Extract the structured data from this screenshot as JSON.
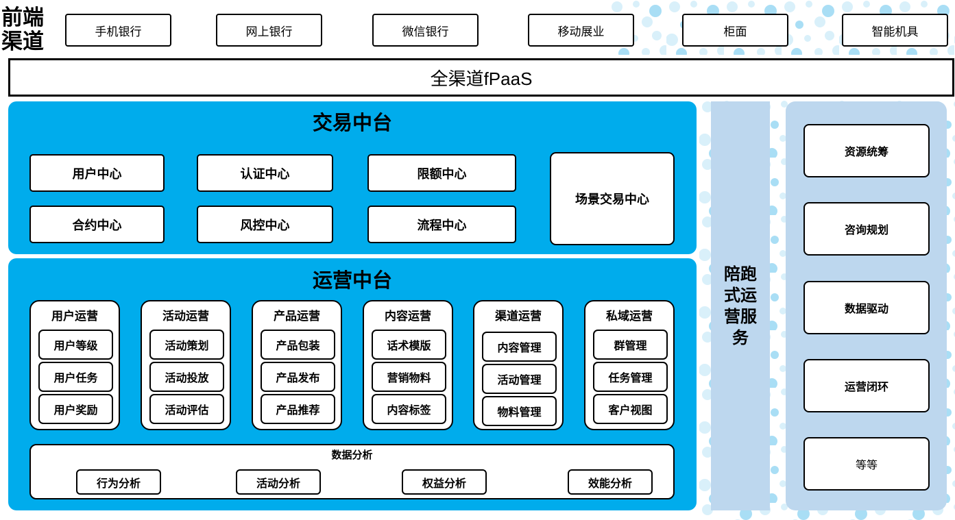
{
  "front_label": {
    "line1": "前端",
    "line2": "渠道"
  },
  "channels": {
    "items": [
      "手机银行",
      "网上银行",
      "微信银行",
      "移动展业",
      "柜面",
      "智能机具"
    ]
  },
  "fpaas": {
    "label": "全渠道fPaaS"
  },
  "transaction": {
    "title": "交易中台",
    "row1": [
      "用户中心",
      "认证中心",
      "限额中心"
    ],
    "row2": [
      "合约中心",
      "风控中心",
      "流程中心"
    ],
    "tall": "场景交易中心"
  },
  "operation": {
    "title": "运营中台",
    "columns": [
      {
        "title": "用户运营",
        "items": [
          "用户等级",
          "用户任务",
          "用户奖励"
        ]
      },
      {
        "title": "活动运营",
        "items": [
          "活动策划",
          "活动投放",
          "活动评估"
        ]
      },
      {
        "title": "产品运营",
        "items": [
          "产品包装",
          "产品发布",
          "产品推荐"
        ]
      },
      {
        "title": "内容运营",
        "items": [
          "话术模版",
          "营销物料",
          "内容标签"
        ]
      },
      {
        "title": "渠道运营",
        "items": [
          "内容管理",
          "活动管理",
          "物料管理"
        ]
      },
      {
        "title": "私域运营",
        "items": [
          "群管理",
          "任务管理",
          "客户视图"
        ]
      }
    ],
    "analysis": {
      "title": "数据分析",
      "items": [
        "行为分析",
        "活动分析",
        "权益分析",
        "效能分析"
      ]
    }
  },
  "companion": {
    "label": "陪跑式运营服务"
  },
  "right_panel": {
    "items": [
      {
        "label": "资源统筹",
        "bold": true
      },
      {
        "label": "咨询规划",
        "bold": true
      },
      {
        "label": "数据驱动",
        "bold": true
      },
      {
        "label": "运营闭环",
        "bold": true
      },
      {
        "label": "等等",
        "bold": false
      }
    ]
  },
  "colors": {
    "cyan": "#00ACEC",
    "light_blue": "#BDD7EE",
    "dot_light": "#D9F0FA",
    "dot_mid": "#A9DEF5",
    "border": "#000000"
  }
}
